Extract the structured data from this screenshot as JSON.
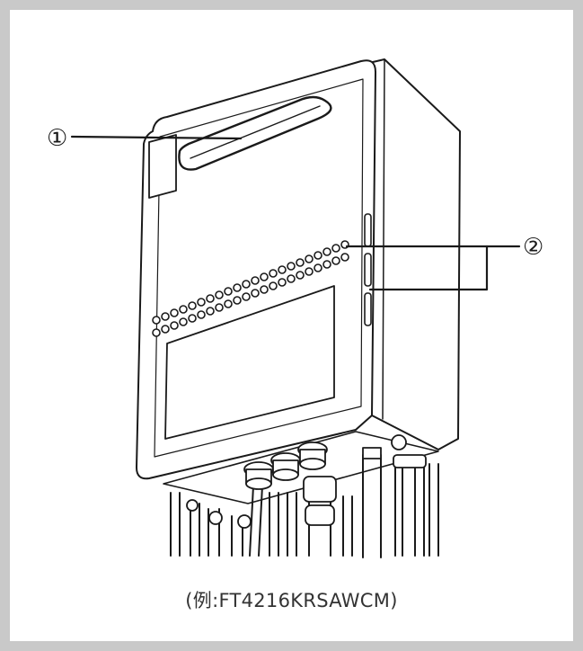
{
  "callouts": {
    "label_1": "①",
    "label_2": "②"
  },
  "caption": "(例:FT4216KRSAWCM)",
  "colors": {
    "frame": "#c9c9c9",
    "line": "#1a1a1a",
    "caption_text": "#333333"
  }
}
